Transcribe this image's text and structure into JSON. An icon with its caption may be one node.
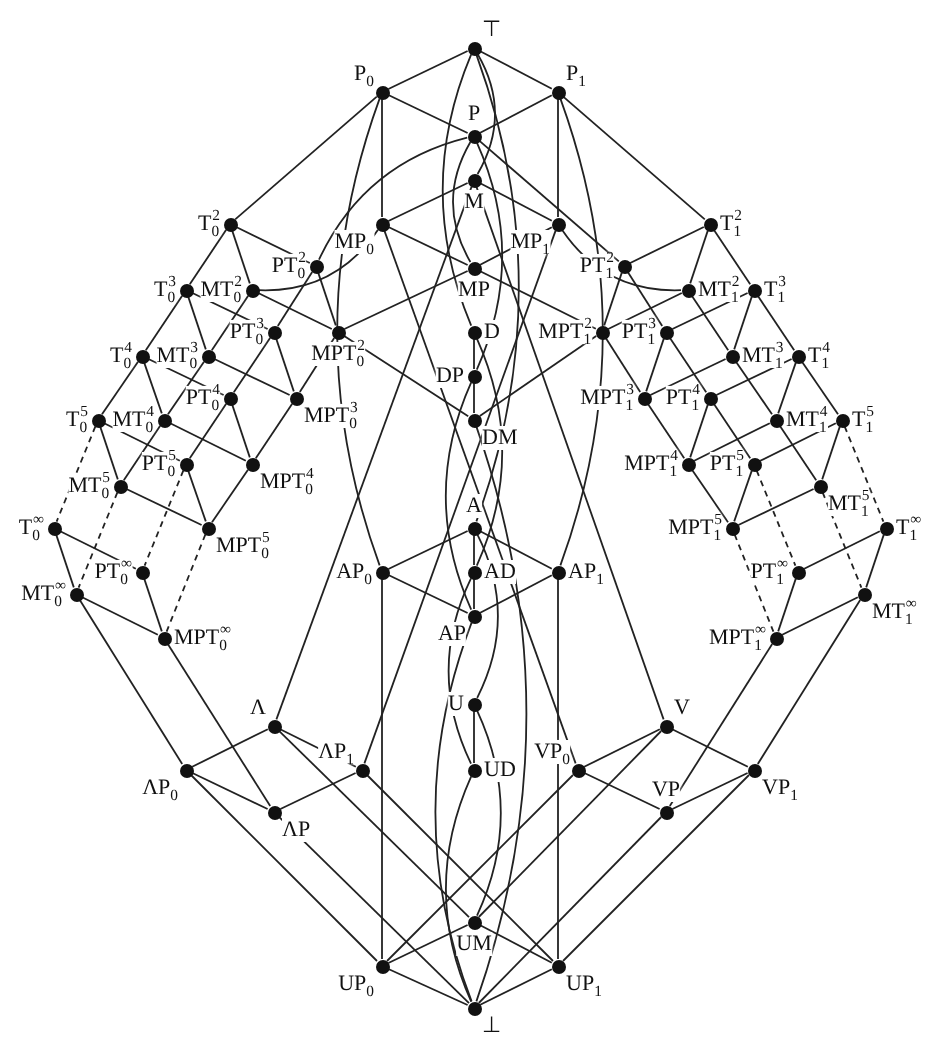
{
  "diagram": {
    "nodes": [
      {
        "text": [],
        "shape": "circle",
        "beside": [
          "⊤"
        ]
      },
      {
        "text": [],
        "shape": "circle",
        "beside": [
          "P$_{0}$"
        ]
      },
      {
        "text": [],
        "shape": "circle",
        "beside": [
          "P$_{1}$"
        ]
      },
      {
        "text": [],
        "shape": "circle",
        "beside": [
          "P"
        ]
      },
      {
        "text": [],
        "shape": "circle",
        "beside": [
          "M"
        ]
      },
      {
        "text": [],
        "shape": "circle",
        "beside": [
          "T$_{0}$$^{2}$"
        ]
      },
      {
        "text": [],
        "shape": "circle",
        "beside": [
          "MP$_{0}$"
        ]
      },
      {
        "text": [],
        "shape": "circle",
        "beside": [
          "MP$_{1}$"
        ]
      },
      {
        "text": [],
        "shape": "circle",
        "beside": [
          "T$_{1}$$^{2}$"
        ]
      },
      {
        "text": [],
        "shape": "circle",
        "beside": [
          "PT$_{0}$$^{2}$"
        ]
      },
      {
        "text": [],
        "shape": "circle",
        "beside": [
          "MP"
        ]
      },
      {
        "text": [],
        "shape": "circle",
        "beside": [
          "PT$_{1}$$^{2}$"
        ]
      },
      {
        "text": [],
        "shape": "circle",
        "beside": [
          "T$_{0}$$^{3}$"
        ]
      },
      {
        "text": [],
        "shape": "circle",
        "beside": [
          "MT$_{0}$$^{2}$"
        ]
      },
      {
        "text": [],
        "shape": "circle",
        "beside": [
          "MT$_{1}$$^{2}$"
        ]
      },
      {
        "text": [],
        "shape": "circle",
        "beside": [
          "T$_{1}$$^{3}$"
        ]
      },
      {
        "text": [],
        "shape": "circle",
        "beside": [
          "D"
        ]
      },
      {
        "text": [],
        "shape": "circle",
        "beside": [
          "PT$_{0}$$^{3}$"
        ]
      },
      {
        "text": [],
        "shape": "circle",
        "beside": [
          "MPT$_{0}$$^{2}$"
        ]
      },
      {
        "text": [],
        "shape": "circle",
        "beside": [
          "MPT$_{1}$$^{2}$"
        ]
      },
      {
        "text": [],
        "shape": "circle",
        "beside": [
          "PT$_{1}$$^{3}$"
        ]
      },
      {
        "text": [],
        "shape": "circle",
        "beside": [
          "T$_{0}$$^{4}$"
        ]
      },
      {
        "text": [],
        "shape": "circle",
        "beside": [
          "MT$_{0}$$^{3}$"
        ]
      },
      {
        "text": [],
        "shape": "circle",
        "beside": [
          "MT$_{1}$$^{3}$"
        ]
      },
      {
        "text": [],
        "shape": "circle",
        "beside": [
          "T$_{1}$$^{4}$"
        ]
      },
      {
        "text": [],
        "shape": "circle",
        "beside": [
          "DP"
        ]
      },
      {
        "text": [],
        "shape": "circle",
        "beside": [
          "PT$_{0}$$^{4}$"
        ]
      },
      {
        "text": [],
        "shape": "circle",
        "beside": [
          "MPT$_{0}$$^{3}$"
        ]
      },
      {
        "text": [],
        "shape": "circle",
        "beside": [
          "MPT$_{1}$$^{3}$"
        ]
      },
      {
        "text": [],
        "shape": "circle",
        "beside": [
          "PT$_{1}$$^{4}$"
        ]
      },
      {
        "text": [],
        "shape": "circle",
        "beside": [
          "T$_{0}$$^{5}$"
        ]
      },
      {
        "text": [],
        "shape": "circle",
        "beside": [
          "MT$_{0}$$^{4}$"
        ]
      },
      {
        "text": [],
        "shape": "circle",
        "beside": [
          "DM"
        ]
      },
      {
        "text": [],
        "shape": "circle",
        "beside": [
          "MT$_{1}$$^{4}$"
        ]
      },
      {
        "text": [],
        "shape": "circle",
        "beside": [
          "T$_{1}$$^{5}$"
        ]
      },
      {
        "text": [],
        "shape": "circle",
        "beside": [
          "PT$_{0}$$^{5}$"
        ]
      },
      {
        "text": [],
        "shape": "circle",
        "beside": [
          "MPT$_{0}$$^{4}$"
        ]
      },
      {
        "text": [],
        "shape": "circle",
        "beside": [
          "MPT$_{1}$$^{4}$"
        ]
      },
      {
        "text": [],
        "shape": "circle",
        "beside": [
          "PT$_{1}$$^{5}$"
        ]
      },
      {
        "text": [],
        "shape": "circle",
        "beside": [
          "MT$_{0}$$^{5}$"
        ]
      },
      {
        "text": [],
        "shape": "circle",
        "beside": [
          "MT$_{1}$$^{5}$"
        ]
      },
      {
        "text": [],
        "shape": "circle",
        "beside": [
          "A"
        ]
      },
      {
        "text": [],
        "shape": "circle",
        "beside": [
          "MPT$_{0}$$^{5}$"
        ]
      },
      {
        "text": [],
        "shape": "circle",
        "beside": [
          "MPT$_{1}$$^{5}$"
        ]
      },
      {
        "text": [],
        "shape": "circle",
        "beside": [
          "T$_{0}$$^{∞}$"
        ]
      },
      {
        "text": [],
        "shape": "circle",
        "beside": [
          "T$_{1}$$^{∞}$"
        ]
      },
      {
        "text": [],
        "shape": "circle",
        "beside": [
          "AP$_{0}$"
        ]
      },
      {
        "text": [],
        "shape": "circle",
        "beside": [
          "AD"
        ]
      },
      {
        "text": [],
        "shape": "circle",
        "beside": [
          "AP$_{1}$"
        ]
      },
      {
        "text": [],
        "shape": "circle",
        "beside": [
          "PT$_{0}$$^{∞}$"
        ]
      },
      {
        "text": [],
        "shape": "circle",
        "beside": [
          "PT$_{1}$$^{∞}$"
        ]
      },
      {
        "text": [],
        "shape": "circle",
        "beside": [
          "MT$_{0}$$^{∞}$"
        ]
      },
      {
        "text": [],
        "shape": "circle",
        "beside": [
          "MT$_{1}$$^{∞}$"
        ]
      },
      {
        "text": [],
        "shape": "circle",
        "beside": [
          "AP"
        ]
      },
      {
        "text": [],
        "shape": "circle",
        "beside": [
          "MPT$_{0}$$^{∞}$"
        ]
      },
      {
        "text": [],
        "shape": "circle",
        "beside": [
          "MPT$_{1}$$^{∞}$"
        ]
      },
      {
        "text": [],
        "shape": "circle",
        "beside": [
          "U"
        ]
      },
      {
        "text": [],
        "shape": "circle",
        "beside": [
          "Λ"
        ]
      },
      {
        "text": [],
        "shape": "circle",
        "beside": [
          "V"
        ]
      },
      {
        "text": [],
        "shape": "circle",
        "beside": [
          "UD"
        ]
      },
      {
        "text": [],
        "shape": "circle",
        "beside": [
          "ΛP$_{0}$"
        ]
      },
      {
        "text": [],
        "shape": "circle",
        "beside": [
          "ΛP$_{1}$"
        ]
      },
      {
        "text": [],
        "shape": "circle",
        "beside": [
          "VP$_{0}$"
        ]
      },
      {
        "text": [],
        "shape": "circle",
        "beside": [
          "VP$_{1}$"
        ]
      },
      {
        "text": [],
        "shape": "circle",
        "beside": [
          "ΛP"
        ]
      },
      {
        "text": [],
        "shape": "circle",
        "beside": [
          "VP"
        ]
      },
      {
        "text": [],
        "shape": "circle",
        "beside": [
          "UM"
        ]
      },
      {
        "text": [],
        "shape": "circle",
        "beside": [
          "UP$_{0}$"
        ]
      },
      {
        "text": [],
        "shape": "circle",
        "beside": [
          "UP$_{1}$"
        ]
      },
      {
        "text": [],
        "shape": "circle",
        "beside": [
          "⊥"
        ]
      }
    ],
    "edges": [
      {
        "from": 0,
        "to": 1,
        "arrow": "none"
      },
      {
        "from": 0,
        "to": 2,
        "arrow": "none"
      },
      {
        "from": 0,
        "to": 4,
        "arrow": "none"
      },
      {
        "from": 0,
        "to": 16,
        "arrow": "none"
      },
      {
        "from": 0,
        "to": 41,
        "arrow": "none"
      },
      {
        "from": 1,
        "to": 3,
        "arrow": "none"
      },
      {
        "from": 1,
        "to": 6,
        "arrow": "none"
      },
      {
        "from": 1,
        "to": 5,
        "arrow": "none"
      },
      {
        "from": 1,
        "to": 46,
        "arrow": "none"
      },
      {
        "from": 2,
        "to": 3,
        "arrow": "none"
      },
      {
        "from": 2,
        "to": 7,
        "arrow": "none"
      },
      {
        "from": 2,
        "to": 8,
        "arrow": "none"
      },
      {
        "from": 2,
        "to": 48,
        "arrow": "none"
      },
      {
        "from": 3,
        "to": 10,
        "arrow": "none"
      },
      {
        "from": 3,
        "to": 25,
        "arrow": "none"
      },
      {
        "from": 3,
        "to": 9,
        "arrow": "none"
      },
      {
        "from": 3,
        "to": 11,
        "arrow": "none"
      },
      {
        "from": 4,
        "to": 6,
        "arrow": "none"
      },
      {
        "from": 4,
        "to": 7,
        "arrow": "none"
      },
      {
        "from": 4,
        "to": 57,
        "arrow": "none"
      },
      {
        "from": 4,
        "to": 58,
        "arrow": "none"
      },
      {
        "from": 6,
        "to": 10,
        "arrow": "none"
      },
      {
        "from": 6,
        "to": 13,
        "arrow": "none"
      },
      {
        "from": 6,
        "to": 62,
        "arrow": "none"
      },
      {
        "from": 7,
        "to": 10,
        "arrow": "none"
      },
      {
        "from": 7,
        "to": 14,
        "arrow": "none"
      },
      {
        "from": 7,
        "to": 61,
        "arrow": "none"
      },
      {
        "from": 10,
        "to": 18,
        "arrow": "none"
      },
      {
        "from": 10,
        "to": 19,
        "arrow": "none"
      },
      {
        "from": 5,
        "to": 12,
        "arrow": "none"
      },
      {
        "from": 5,
        "to": 9,
        "arrow": "none"
      },
      {
        "from": 5,
        "to": 13,
        "arrow": "none"
      },
      {
        "from": 8,
        "to": 15,
        "arrow": "none"
      },
      {
        "from": 8,
        "to": 11,
        "arrow": "none"
      },
      {
        "from": 8,
        "to": 14,
        "arrow": "none"
      },
      {
        "from": 9,
        "to": 17,
        "arrow": "none"
      },
      {
        "from": 9,
        "to": 18,
        "arrow": "none"
      },
      {
        "from": 11,
        "to": 20,
        "arrow": "none"
      },
      {
        "from": 11,
        "to": 19,
        "arrow": "none"
      },
      {
        "from": 13,
        "to": 22,
        "arrow": "none"
      },
      {
        "from": 13,
        "to": 18,
        "arrow": "none"
      },
      {
        "from": 14,
        "to": 23,
        "arrow": "none"
      },
      {
        "from": 14,
        "to": 19,
        "arrow": "none"
      },
      {
        "from": 12,
        "to": 21,
        "arrow": "none"
      },
      {
        "from": 12,
        "to": 17,
        "arrow": "none"
      },
      {
        "from": 12,
        "to": 22,
        "arrow": "none"
      },
      {
        "from": 15,
        "to": 24,
        "arrow": "none"
      },
      {
        "from": 15,
        "to": 20,
        "arrow": "none"
      },
      {
        "from": 15,
        "to": 23,
        "arrow": "none"
      },
      {
        "from": 17,
        "to": 26,
        "arrow": "none"
      },
      {
        "from": 17,
        "to": 27,
        "arrow": "none"
      },
      {
        "from": 20,
        "to": 29,
        "arrow": "none"
      },
      {
        "from": 20,
        "to": 28,
        "arrow": "none"
      },
      {
        "from": 18,
        "to": 27,
        "arrow": "none"
      },
      {
        "from": 18,
        "to": 32,
        "arrow": "none"
      },
      {
        "from": 19,
        "to": 28,
        "arrow": "none"
      },
      {
        "from": 19,
        "to": 32,
        "arrow": "none"
      },
      {
        "from": 22,
        "to": 31,
        "arrow": "none"
      },
      {
        "from": 22,
        "to": 27,
        "arrow": "none"
      },
      {
        "from": 23,
        "to": 33,
        "arrow": "none"
      },
      {
        "from": 23,
        "to": 28,
        "arrow": "none"
      },
      {
        "from": 21,
        "to": 30,
        "arrow": "none"
      },
      {
        "from": 21,
        "to": 26,
        "arrow": "none"
      },
      {
        "from": 21,
        "to": 31,
        "arrow": "none"
      },
      {
        "from": 24,
        "to": 34,
        "arrow": "none"
      },
      {
        "from": 24,
        "to": 29,
        "arrow": "none"
      },
      {
        "from": 24,
        "to": 33,
        "arrow": "none"
      },
      {
        "from": 26,
        "to": 35,
        "arrow": "none"
      },
      {
        "from": 26,
        "to": 36,
        "arrow": "none"
      },
      {
        "from": 29,
        "to": 38,
        "arrow": "none"
      },
      {
        "from": 29,
        "to": 37,
        "arrow": "none"
      },
      {
        "from": 27,
        "to": 36,
        "arrow": "none"
      },
      {
        "from": 28,
        "to": 37,
        "arrow": "none"
      },
      {
        "from": 31,
        "to": 39,
        "arrow": "none"
      },
      {
        "from": 31,
        "to": 36,
        "arrow": "none"
      },
      {
        "from": 33,
        "to": 40,
        "arrow": "none"
      },
      {
        "from": 33,
        "to": 37,
        "arrow": "none"
      },
      {
        "from": 30,
        "to": 35,
        "arrow": "none"
      },
      {
        "from": 30,
        "to": 39,
        "arrow": "none"
      },
      {
        "from": 30,
        "to": 44,
        "arrow": "none",
        "style": "dashed"
      },
      {
        "from": 34,
        "to": 38,
        "arrow": "none"
      },
      {
        "from": 34,
        "to": 40,
        "arrow": "none"
      },
      {
        "from": 34,
        "to": 45,
        "arrow": "none",
        "style": "dashed"
      },
      {
        "from": 35,
        "to": 42,
        "arrow": "none"
      },
      {
        "from": 35,
        "to": 49,
        "arrow": "none",
        "style": "dashed"
      },
      {
        "from": 38,
        "to": 43,
        "arrow": "none"
      },
      {
        "from": 38,
        "to": 50,
        "arrow": "none",
        "style": "dashed"
      },
      {
        "from": 36,
        "to": 42,
        "arrow": "none"
      },
      {
        "from": 37,
        "to": 43,
        "arrow": "none"
      },
      {
        "from": 39,
        "to": 42,
        "arrow": "none"
      },
      {
        "from": 39,
        "to": 51,
        "arrow": "none",
        "style": "dashed"
      },
      {
        "from": 40,
        "to": 43,
        "arrow": "none"
      },
      {
        "from": 40,
        "to": 52,
        "arrow": "none",
        "style": "dashed"
      },
      {
        "from": 42,
        "to": 54,
        "arrow": "none",
        "style": "dashed"
      },
      {
        "from": 43,
        "to": 55,
        "arrow": "none",
        "style": "dashed"
      },
      {
        "from": 44,
        "to": 49,
        "arrow": "none"
      },
      {
        "from": 44,
        "to": 51,
        "arrow": "none"
      },
      {
        "from": 45,
        "to": 50,
        "arrow": "none"
      },
      {
        "from": 45,
        "to": 52,
        "arrow": "none"
      },
      {
        "from": 49,
        "to": 54,
        "arrow": "none"
      },
      {
        "from": 50,
        "to": 55,
        "arrow": "none"
      },
      {
        "from": 51,
        "to": 54,
        "arrow": "none"
      },
      {
        "from": 51,
        "to": 60,
        "arrow": "none"
      },
      {
        "from": 52,
        "to": 55,
        "arrow": "none"
      },
      {
        "from": 52,
        "to": 63,
        "arrow": "none"
      },
      {
        "from": 54,
        "to": 64,
        "arrow": "none"
      },
      {
        "from": 55,
        "to": 65,
        "arrow": "none"
      },
      {
        "from": 16,
        "to": 25,
        "arrow": "none"
      },
      {
        "from": 16,
        "to": 47,
        "arrow": "none"
      },
      {
        "from": 25,
        "to": 32,
        "arrow": "none"
      },
      {
        "from": 25,
        "to": 53,
        "arrow": "none"
      },
      {
        "from": 41,
        "to": 47,
        "arrow": "none"
      },
      {
        "from": 41,
        "to": 46,
        "arrow": "none"
      },
      {
        "from": 41,
        "to": 48,
        "arrow": "none"
      },
      {
        "from": 41,
        "to": 56,
        "arrow": "none"
      },
      {
        "from": 47,
        "to": 53,
        "arrow": "none"
      },
      {
        "from": 47,
        "to": 59,
        "arrow": "none"
      },
      {
        "from": 46,
        "to": 53,
        "arrow": "none"
      },
      {
        "from": 46,
        "to": 67,
        "arrow": "none"
      },
      {
        "from": 48,
        "to": 53,
        "arrow": "none"
      },
      {
        "from": 48,
        "to": 68,
        "arrow": "none"
      },
      {
        "from": 56,
        "to": 59,
        "arrow": "none"
      },
      {
        "from": 56,
        "to": 66,
        "arrow": "none"
      },
      {
        "from": 57,
        "to": 60,
        "arrow": "none"
      },
      {
        "from": 57,
        "to": 61,
        "arrow": "none"
      },
      {
        "from": 57,
        "to": 66,
        "arrow": "none"
      },
      {
        "from": 58,
        "to": 62,
        "arrow": "none"
      },
      {
        "from": 58,
        "to": 63,
        "arrow": "none"
      },
      {
        "from": 58,
        "to": 66,
        "arrow": "none"
      },
      {
        "from": 60,
        "to": 64,
        "arrow": "none"
      },
      {
        "from": 60,
        "to": 67,
        "arrow": "none"
      },
      {
        "from": 61,
        "to": 64,
        "arrow": "none"
      },
      {
        "from": 61,
        "to": 68,
        "arrow": "none"
      },
      {
        "from": 62,
        "to": 65,
        "arrow": "none"
      },
      {
        "from": 62,
        "to": 67,
        "arrow": "none"
      },
      {
        "from": 63,
        "to": 65,
        "arrow": "none"
      },
      {
        "from": 63,
        "to": 68,
        "arrow": "none"
      },
      {
        "from": 64,
        "to": 69,
        "arrow": "none"
      },
      {
        "from": 65,
        "to": 69,
        "arrow": "none"
      },
      {
        "from": 59,
        "to": 69,
        "arrow": "none"
      },
      {
        "from": 66,
        "to": 67,
        "arrow": "none"
      },
      {
        "from": 66,
        "to": 68,
        "arrow": "none"
      },
      {
        "from": 67,
        "to": 69,
        "arrow": "none"
      },
      {
        "from": 68,
        "to": 69,
        "arrow": "none"
      },
      {
        "from": 32,
        "to": 69,
        "arrow": "none"
      },
      {
        "from": 53,
        "to": 69,
        "arrow": "none"
      }
    ]
  }
}
